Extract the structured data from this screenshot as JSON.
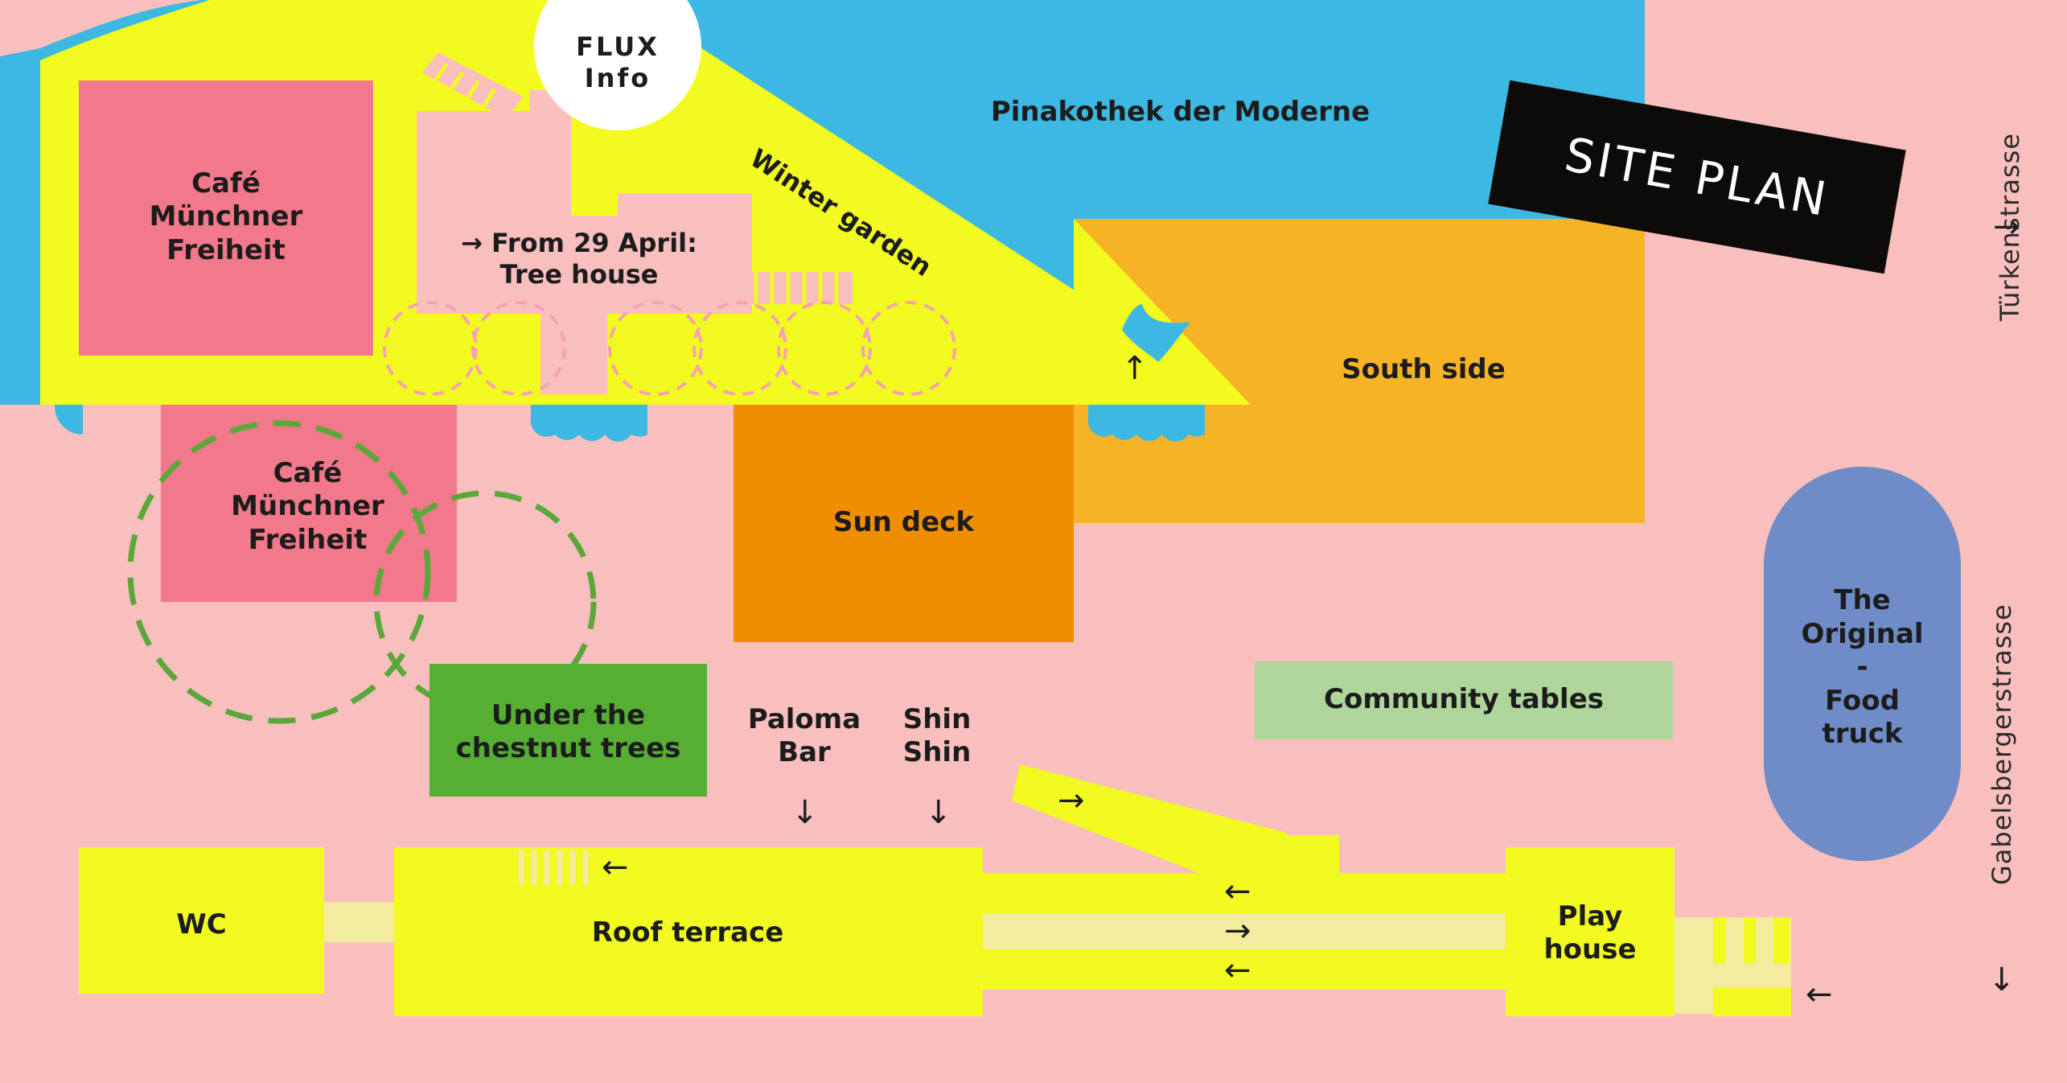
{
  "title": "SITE PLAN",
  "colors": {
    "background": "#f8bfbe",
    "museum_blue": "#3cb8e2",
    "yellow": "#f2fa1f",
    "cafe_pink": "#f2788b",
    "south_side": "#f7b326",
    "sun_deck": "#f08e02",
    "chestnut_green": "#56ae33",
    "community_green": "#afd59b",
    "food_truck": "#6f8cc8",
    "path_beige": "#f3eba0",
    "black": "#0d0a0a",
    "tree_dash": "#5aa83a"
  },
  "locations": {
    "museum": "Pinakothek der Moderne",
    "flux_info": "FLUX\nInfo",
    "cafe_upper": "Café\nMünchner\nFreiheit",
    "cafe_lower": "Café\nMünchner\nFreiheit",
    "tree_house": "→ From 29 April:\nTree house",
    "winter_garden": "Winter garden",
    "south_side": "South side",
    "sun_deck": "Sun deck",
    "chestnut_trees": "Under the\nchestnut trees",
    "paloma_bar": "Paloma\nBar",
    "shin_shin": "Shin\nShin",
    "community_tables": "Community tables",
    "food_truck": "The\nOriginal\n-\nFood\ntruck",
    "wc": "WC",
    "roof_terrace": "Roof terrace",
    "play_house": "Play\nhouse"
  },
  "streets": {
    "tuerkenstrasse": "Türkenstrasse",
    "gabelsbergerstrasse": "Gabelsbergerstrasse"
  },
  "arrows": {
    "right": "→",
    "left": "←",
    "down": "↓",
    "up": "↑"
  }
}
